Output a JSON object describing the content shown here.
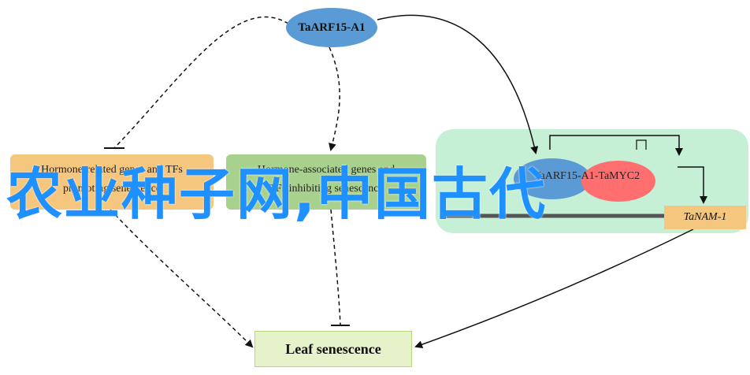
{
  "nodes": {
    "tf": "TaARF15-A1",
    "left_line1": "Hormone-related genes and TFs",
    "left_line2": "promoting senescence",
    "mid_line1": "Hormone-associated genes and",
    "mid_line2": "TFs inhibiting senescence",
    "pair": "TaARF15-A1-TaMYC2",
    "nam": "TaNAM-1",
    "leaf": "Leaf senescence"
  },
  "watermark": "农业种子网,中国古代",
  "colors": {
    "tf_ellipse": "#5b9bd5",
    "promote_box": "#f5c77e",
    "inhibit_box": "#a9d18e",
    "complex_panel": "#c5f0d6",
    "myc2_ellipse": "#ff6f6f",
    "leaf_box": "#e6f2c9",
    "watermark": "#1e90ff"
  }
}
